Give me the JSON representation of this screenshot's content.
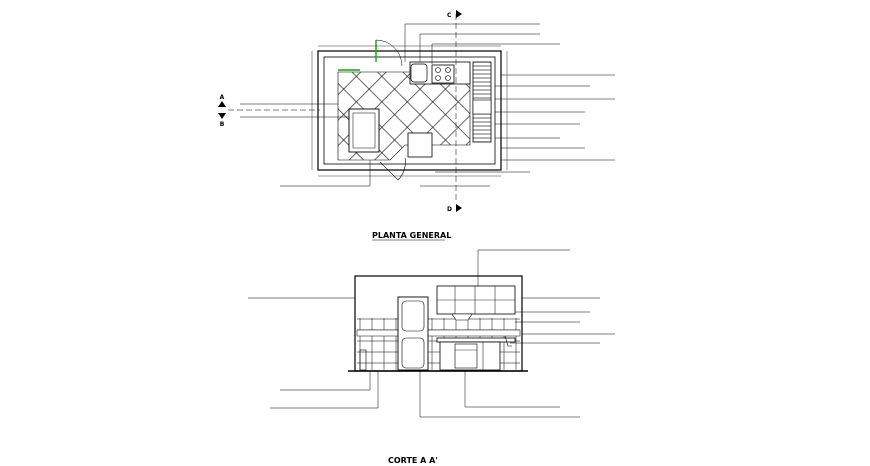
{
  "plan": {
    "title": "PLANTA GENERAL",
    "section_marks": {
      "c": "C",
      "a": "A",
      "b": "B",
      "d": "D"
    }
  },
  "section": {
    "title": "CORTE A A'"
  },
  "colors": {
    "line": "#000000",
    "accent": "#00b000",
    "background": "#ffffff"
  }
}
